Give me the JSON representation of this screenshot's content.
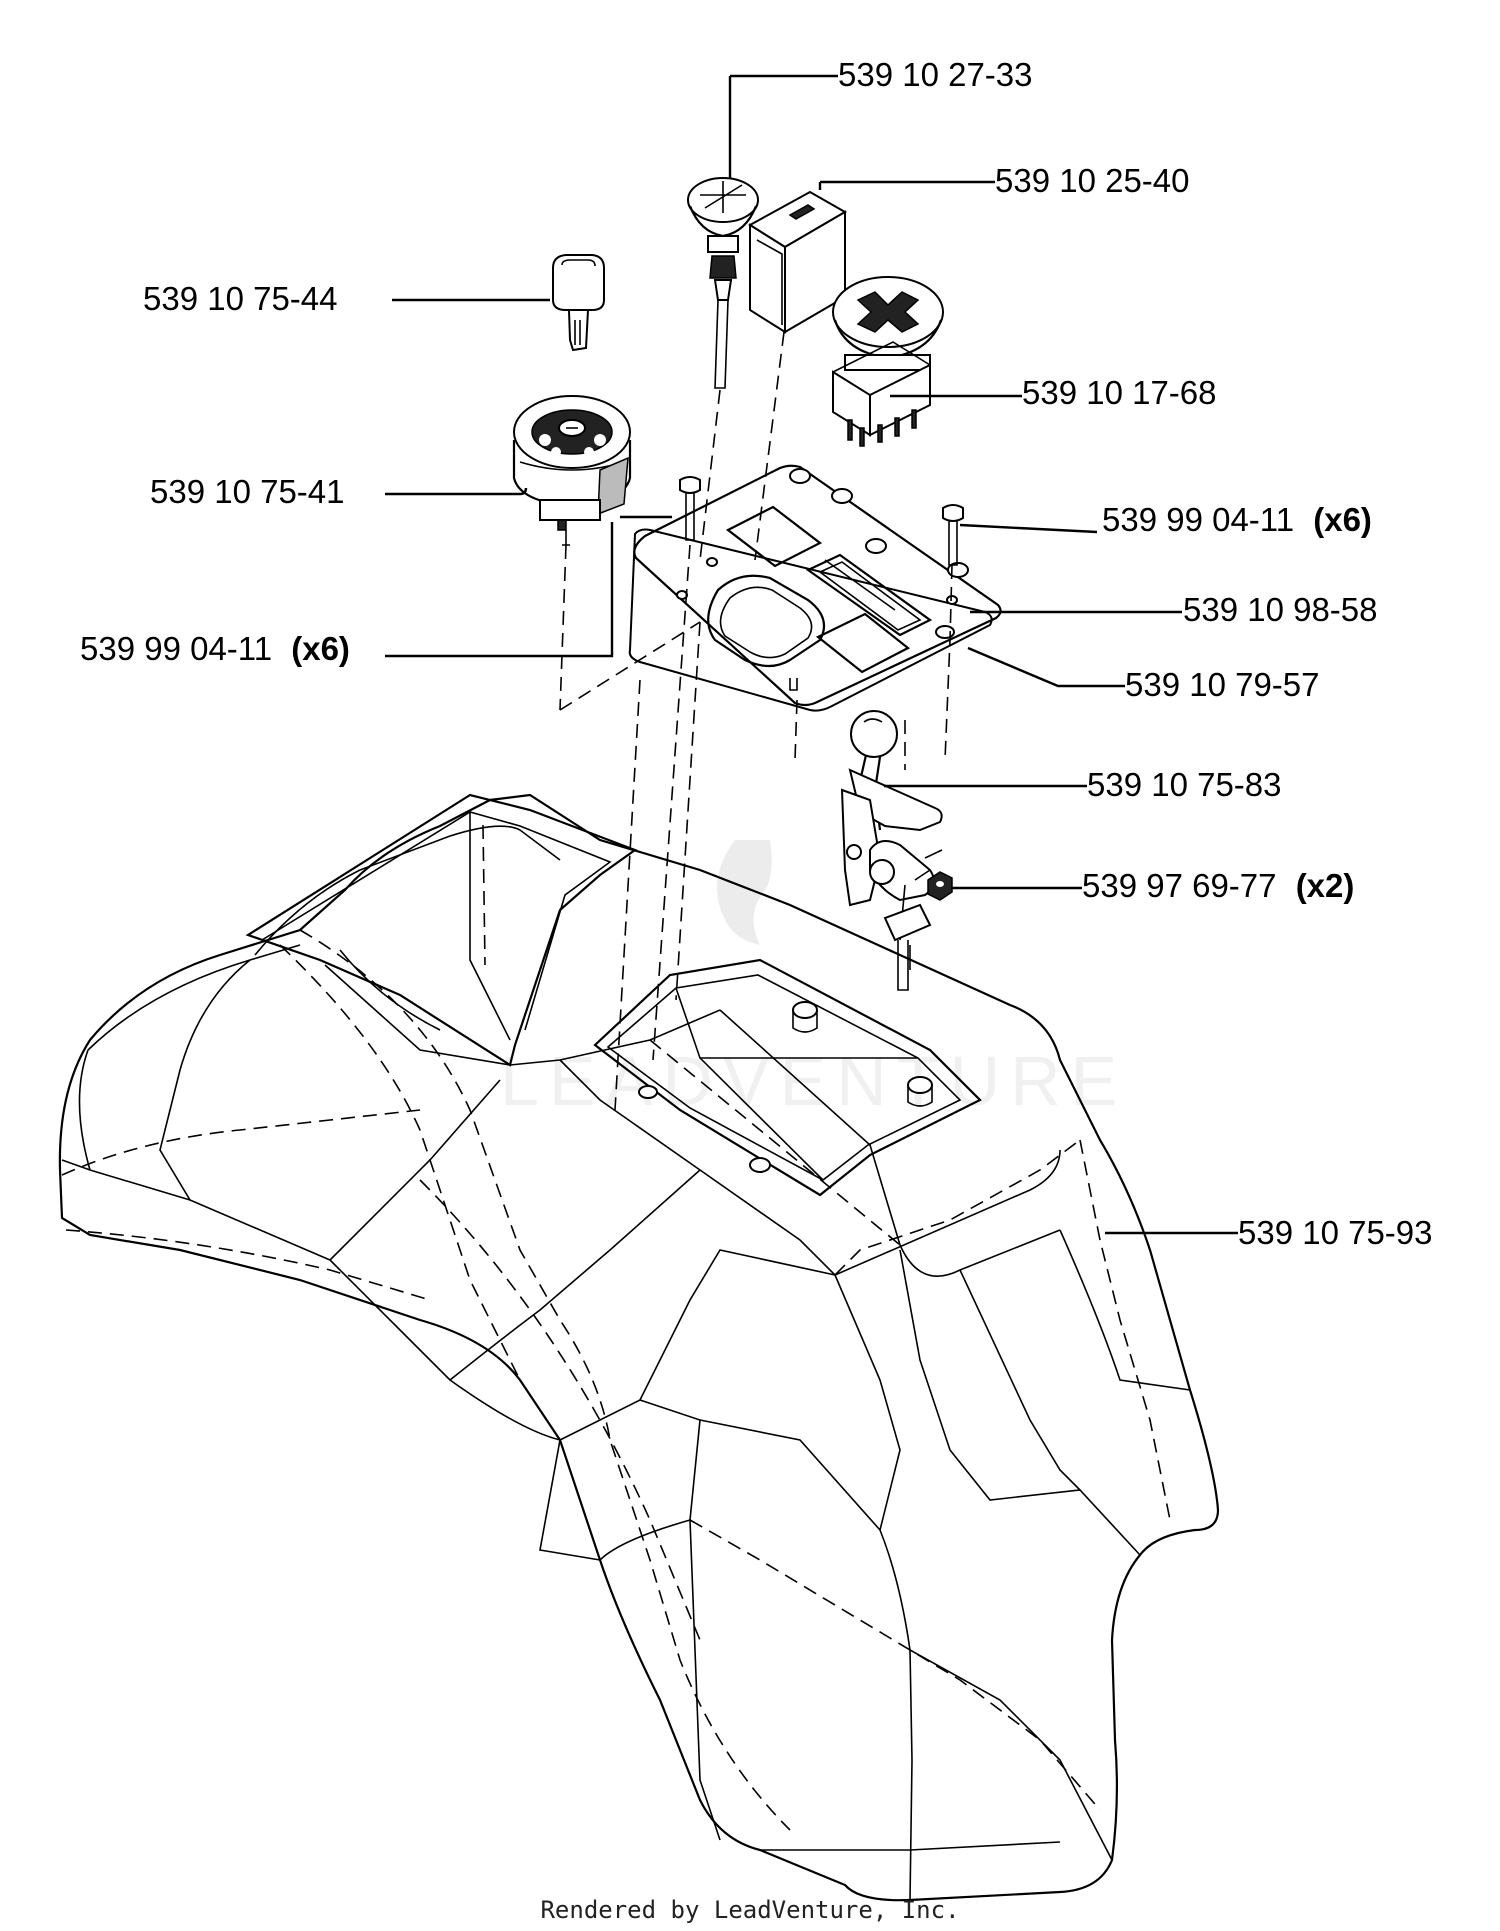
{
  "labels": {
    "p_27_33": "539 10 27-33",
    "p_25_40": "539 10 25-40",
    "p_75_44": "539 10 75-44",
    "p_17_68": "539 10 17-68",
    "p_75_41": "539 10 75-41",
    "p_04_11_right": "539 99 04-11",
    "p_04_11_left": "539 99 04-11",
    "p_98_58": "539 10 98-58",
    "p_79_57": "539 10 79-57",
    "p_75_83": "539 10 75-83",
    "p_69_77": "539 97 69-77",
    "p_75_93": "539 10 75-93"
  },
  "quantities": {
    "q_04_11_right": "(x6)",
    "q_04_11_left": "(x6)",
    "q_69_77": "(x2)"
  },
  "watermark": "LEADVENTURE",
  "footer": "Rendered by LeadVenture, Inc."
}
